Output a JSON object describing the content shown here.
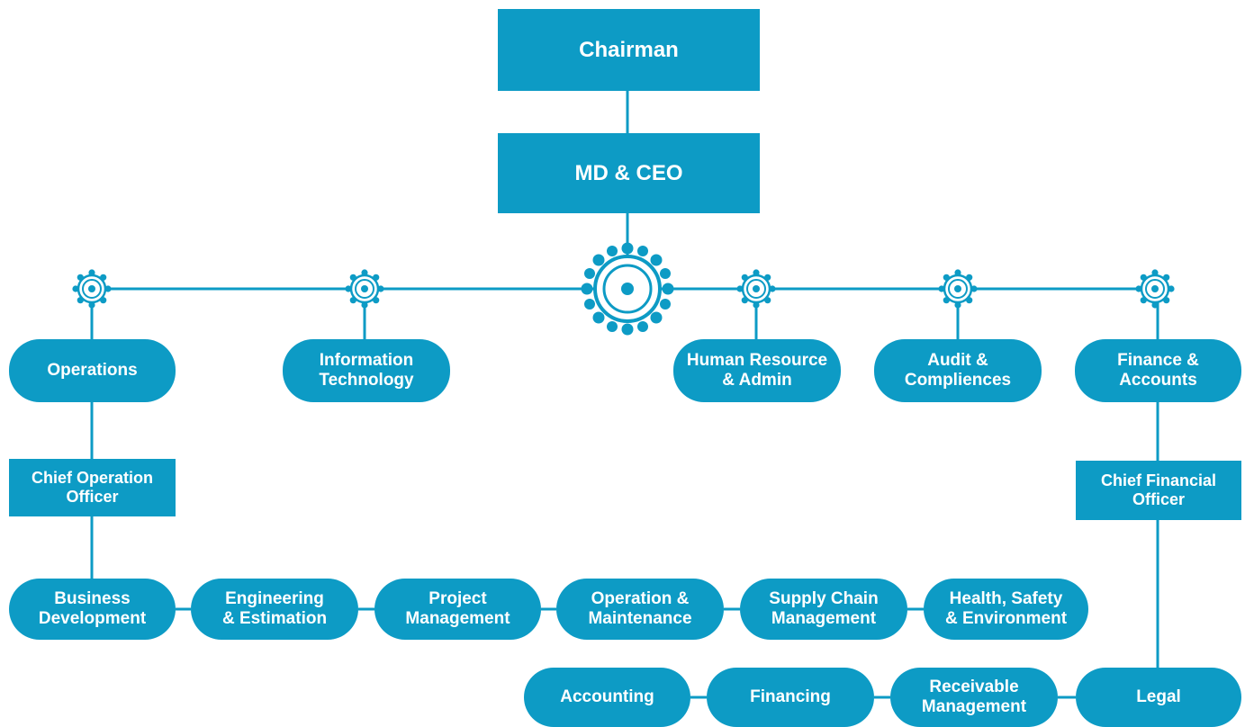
{
  "top": {
    "chairman": "Chairman",
    "ceo": "MD & CEO"
  },
  "departments": {
    "operations": "Operations",
    "it": "Information\nTechnology",
    "hr": "Human Resource\n& Admin",
    "audit": "Audit &\nCompliences",
    "finance": "Finance &\nAccounts"
  },
  "officers": {
    "coo": "Chief Operation\nOfficer",
    "cfo": "Chief Financial\nOfficer"
  },
  "operations_units": [
    "Business\nDevelopment",
    "Engineering\n& Estimation",
    "Project\nManagement",
    "Operation &\nMaintenance",
    "Supply Chain\nManagement",
    "Health, Safety\n& Environment"
  ],
  "finance_units": [
    "Accounting",
    "Financing",
    "Receivable\nManagement",
    "Legal"
  ],
  "colors": {
    "accent": "#0d9bc5",
    "line": "#0d9bc5",
    "text": "#ffffff"
  }
}
